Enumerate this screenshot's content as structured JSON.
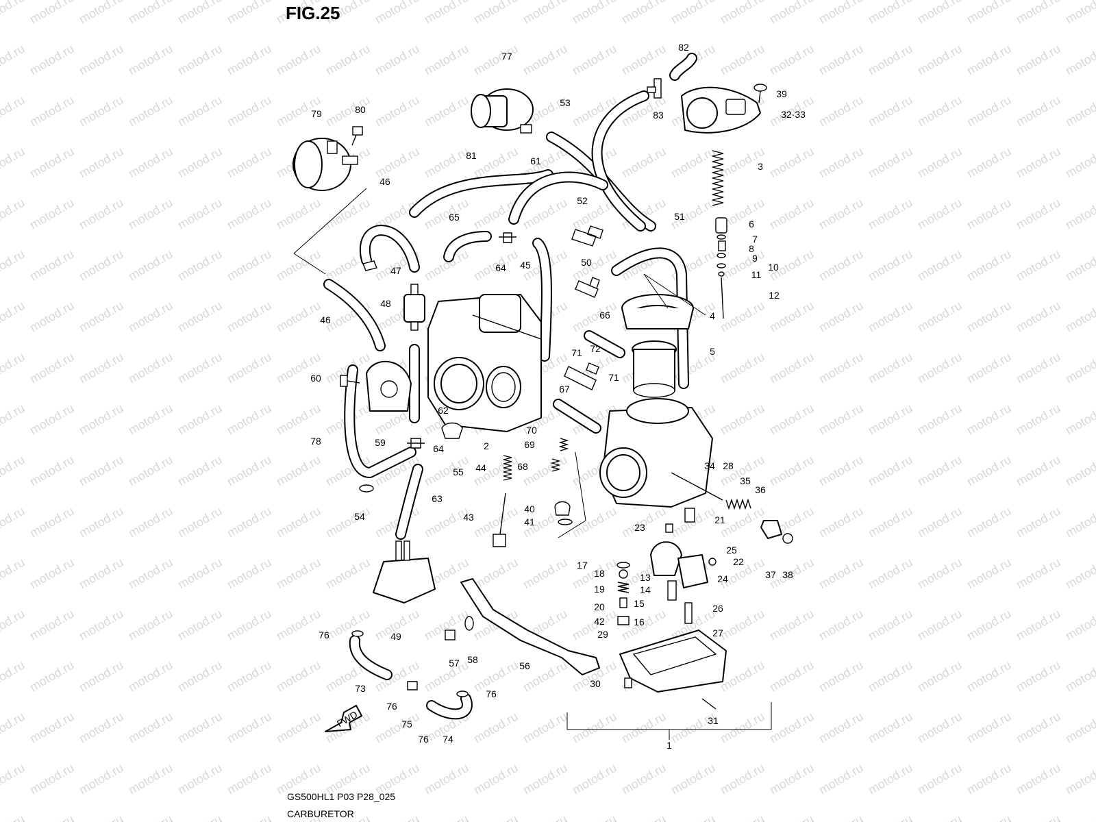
{
  "figure": {
    "title": "FIG.25",
    "model_code": "GS500HL1 P03 P28_025",
    "caption": "CARBURETOR",
    "watermark": "motod.ru",
    "fwd_label": "FWD"
  },
  "callouts": [
    "1",
    "2",
    "3",
    "4",
    "5",
    "6",
    "7",
    "8",
    "9",
    "10",
    "11",
    "12",
    "13",
    "14",
    "15",
    "16",
    "17",
    "18",
    "19",
    "20",
    "21",
    "22",
    "23",
    "24",
    "25",
    "26",
    "27",
    "28",
    "29",
    "30",
    "31",
    "32·33",
    "34",
    "35",
    "36",
    "37",
    "38",
    "39",
    "40",
    "41",
    "42",
    "43",
    "44",
    "45",
    "46",
    "46",
    "47",
    "48",
    "49",
    "50",
    "51",
    "52",
    "53",
    "54",
    "55",
    "56",
    "57",
    "58",
    "59",
    "60",
    "61",
    "62",
    "63",
    "64",
    "64",
    "65",
    "66",
    "67",
    "68",
    "69",
    "70",
    "71",
    "71",
    "72",
    "73",
    "74",
    "75",
    "76",
    "76",
    "76",
    "76",
    "77",
    "78",
    "79",
    "80",
    "81",
    "82",
    "83"
  ],
  "colors": {
    "ink": "#000000",
    "paper": "#ffffff",
    "watermark": "#d8d8d8"
  }
}
